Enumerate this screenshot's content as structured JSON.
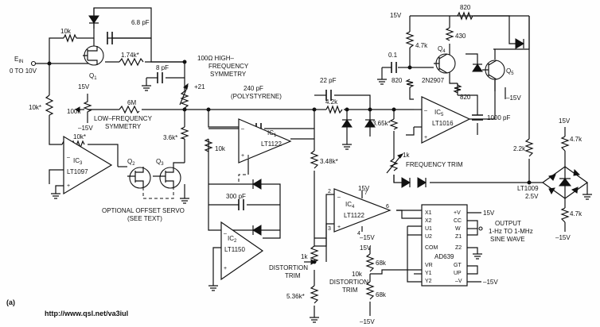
{
  "figure_label": "(a)",
  "url": "http://www.qsl.net/va3iul",
  "input": {
    "name": "E",
    "sub": "IN",
    "range": "0 TO 10V"
  },
  "components": {
    "c_68pf": "6.8 pF",
    "r_10k_top": "10k",
    "r_174k": "1.74k*",
    "q1": "Q",
    "q1_sub": "1",
    "c_8pf": "8 pF",
    "hf_sym_line1": "100Ω HIGH–",
    "hf_sym_line2": "FREQUENCY",
    "hf_sym_line3": "SYMMETRY",
    "plus21": "+21",
    "v15_left": "15V",
    "pot_100k": "100k",
    "vm15_left": "–15V",
    "r_6m": "6M",
    "lf_sym_line1": "LOW–FREQUENCY",
    "lf_sym_line2": "SYMMETRY",
    "r_10k_left": "10k*",
    "r_10k_ic3": "10k*",
    "ic3": "IC",
    "ic3_sub": "3",
    "ic3_part": "LT1097",
    "q2": "Q",
    "q2_sub": "2",
    "q3": "Q",
    "q3_sub": "3",
    "r_36k": "3.6k*",
    "offset_line1": "OPTIONAL OFFSET SERVO",
    "offset_line2": "(SEE TEXT)",
    "c_240pf": "240 pF",
    "c_240pf_note": "(POLYSTYRENE)",
    "ic1": "IC",
    "ic1_sub": "1",
    "ic1_part": "LT1122",
    "r_10k_mid": "10k",
    "c_300pf": "300 pF",
    "ic2": "IC",
    "ic2_sub": "2",
    "ic2_part": "LT1150",
    "c_22pf": "22 pF",
    "r_42k": "4.2k",
    "r_348k": "3.48k*",
    "ic4": "IC",
    "ic4_sub": "4",
    "ic4_part": "LT1122",
    "ic4_p2": "2",
    "ic4_p3": "3",
    "ic4_p4": "4",
    "ic4_p6": "6",
    "ic4_p7": "7",
    "ic4_v15": "15V",
    "ic4_vm15": "–15V",
    "pot_1k_dist": "1k",
    "dist_trim1_line1": "DISTORTION",
    "dist_trim1_line2": "TRIM",
    "r_536k": "5.36k*",
    "v15_top": "15V",
    "r_47k_top": "4.7k",
    "c_01": "0.1",
    "r_820_mid": "820",
    "q4": "Q",
    "q4_sub": "4",
    "q4_part": "2N2907",
    "r_430": "430",
    "r_820_top": "820",
    "r_820_q5": "820",
    "q5": "Q",
    "q5_sub": "5",
    "vm15_q5": "–15V",
    "c_1000pf": "1000 pF",
    "ic5": "IC",
    "ic5_sub": "5",
    "ic5_part": "LT1016",
    "r_365k": "3.65k*",
    "pot_1k_freq": "1k",
    "freq_trim": "FREQUENCY TRIM",
    "r_22k": "2.2k",
    "v15_right": "15V",
    "r_47k_r1": "4.7k",
    "lt1009": "LT1009",
    "lt1009_v": "2.5V",
    "r_47k_r2": "4.7k",
    "vm15_right": "–15V",
    "v15_dt2": "15V",
    "r_68k_a": "68k",
    "pot_10k": "10k",
    "dist_trim2_line1": "DISTORTION",
    "dist_trim2_line2": "TRIM",
    "r_68k_b": "68k",
    "vm15_dt2": "–15V",
    "ad639_part": "AD639",
    "ad639_pins_left": [
      "X1",
      "X2",
      "U1",
      "U2",
      "COM",
      "VR",
      "Y1",
      "Y2"
    ],
    "ad639_pins_right": [
      "+V",
      "CC",
      "W",
      "Z1",
      "Z2",
      "GT",
      "UP",
      "–V"
    ],
    "ad639_v15": "15V",
    "ad639_vm15": "–15V",
    "output_line1": "OUTPUT",
    "output_line2": "1-Hz TO 1-MHz",
    "output_line3": "SINE WAVE"
  }
}
